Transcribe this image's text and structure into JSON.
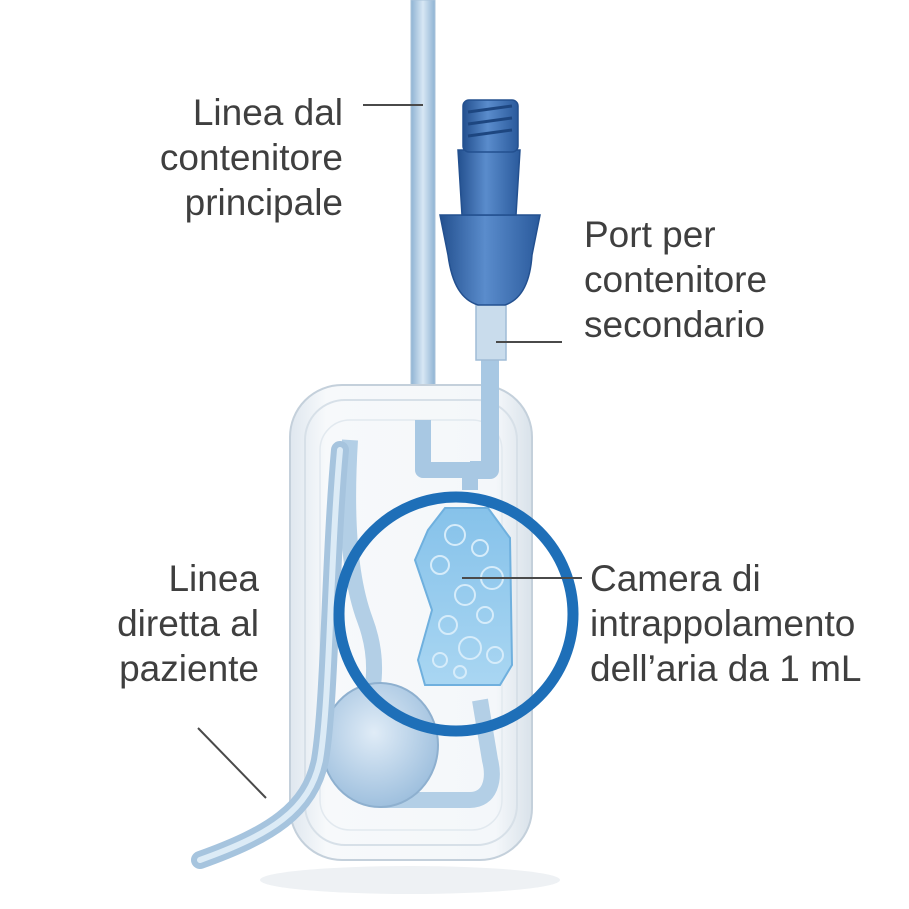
{
  "labels": {
    "main_line": {
      "lines": [
        "Linea dal",
        "contenitore",
        "principale"
      ]
    },
    "secondary_port": {
      "lines": [
        "Port per",
        "contenitore",
        "secondario"
      ]
    },
    "patient_line": {
      "lines": [
        "Linea",
        "diretta al",
        "paziente"
      ]
    },
    "air_chamber": {
      "lines": [
        "Camera di",
        "intrappolamento",
        "dell’aria da 1 mL"
      ]
    }
  },
  "colors": {
    "text": "#3f3f3f",
    "leader": "#4a4a4a",
    "highlight_ring": "#1e6fb8",
    "connector_blue": "#3f6fb5",
    "tube_blue": "#b9d3e8",
    "chamber_blue": "#8cc6ec",
    "housing": "#eef3f8"
  },
  "icons": {
    "highlight": "highlight-ring",
    "device": "iv-air-trap-cassette"
  }
}
